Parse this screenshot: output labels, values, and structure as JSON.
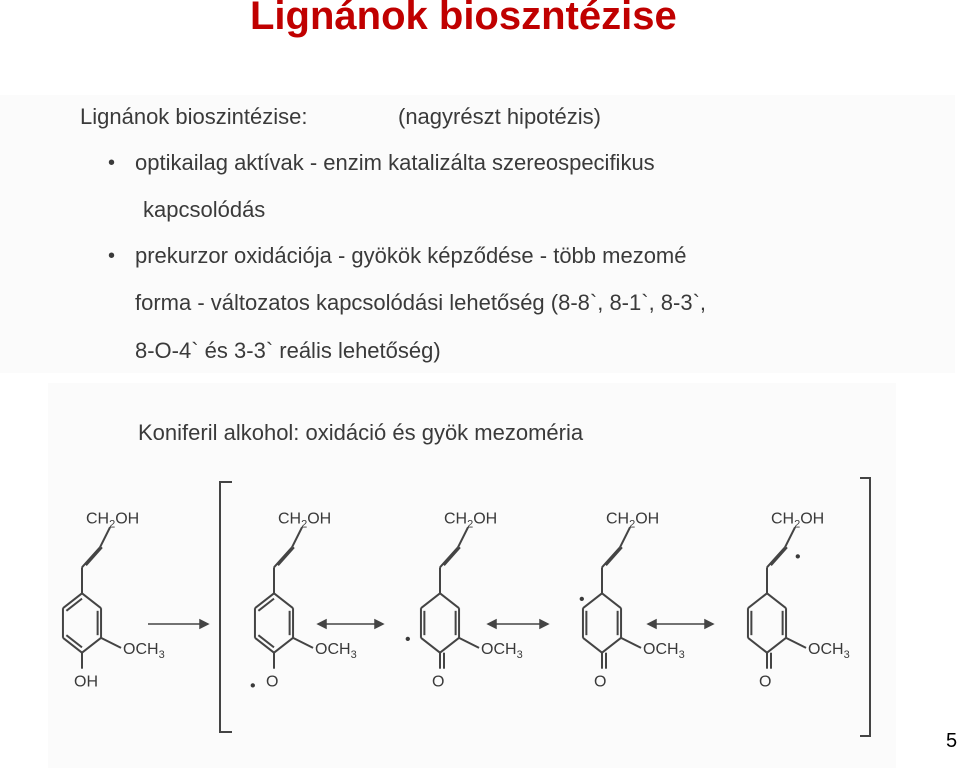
{
  "slide": {
    "title": "Lignánok bioszntézise",
    "page_number": "5"
  },
  "scan": {
    "heading": "Lignánok bioszintézise:",
    "heading_note": "(nagyrészt hipotézis)",
    "bullet_char": "•",
    "bullet1_line1": "optikailag aktívak -  enzim katalizálta szereospecifikus",
    "bullet1_line2": "kapcsolódás",
    "bullet2_line1": "prekurzor oxidációja - gyökök képződése - több mezomé",
    "bullet2_line2": "forma - változatos kapcsolódási lehetőség (8-8`, 8-1`, 8-3`,",
    "bullet2_line3": "8-O-4` és 3-3` reális lehetőség)",
    "subheading": "Koniferil alkohol: oxidáció és gyök mezoméria"
  },
  "scheme": {
    "ch2oh": "CH",
    "ch2oh_sub": "2",
    "ch2oh_tail": "OH",
    "och3": "OCH",
    "och3_sub": "3",
    "oh": "OH",
    "o": "O",
    "radical_dot": "•"
  }
}
